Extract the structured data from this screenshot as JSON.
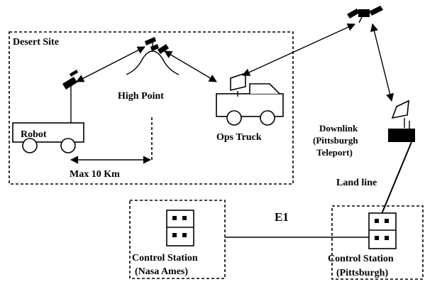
{
  "labels": {
    "desert_site": "Desert Site",
    "high_point": "High Point",
    "robot": "Robot",
    "max_range": "Max 10 Km",
    "ops_truck": "Ops Truck",
    "downlink": "Downlink",
    "pittsburgh_paren": "(Pittsburgh",
    "teleport_paren": "Teleport)",
    "land_line": "Land line",
    "e1": "E1",
    "cs_ames_title": "Control Station",
    "cs_ames_sub": "(Nasa Ames)",
    "cs_pgh_title": "Control Station",
    "cs_pgh_sub": "(Pittsburgh)"
  },
  "icons": [
    "satellite-icon",
    "antenna-icon",
    "robot-icon",
    "truck-icon",
    "satellite-dish-icon",
    "control-station-icon"
  ]
}
